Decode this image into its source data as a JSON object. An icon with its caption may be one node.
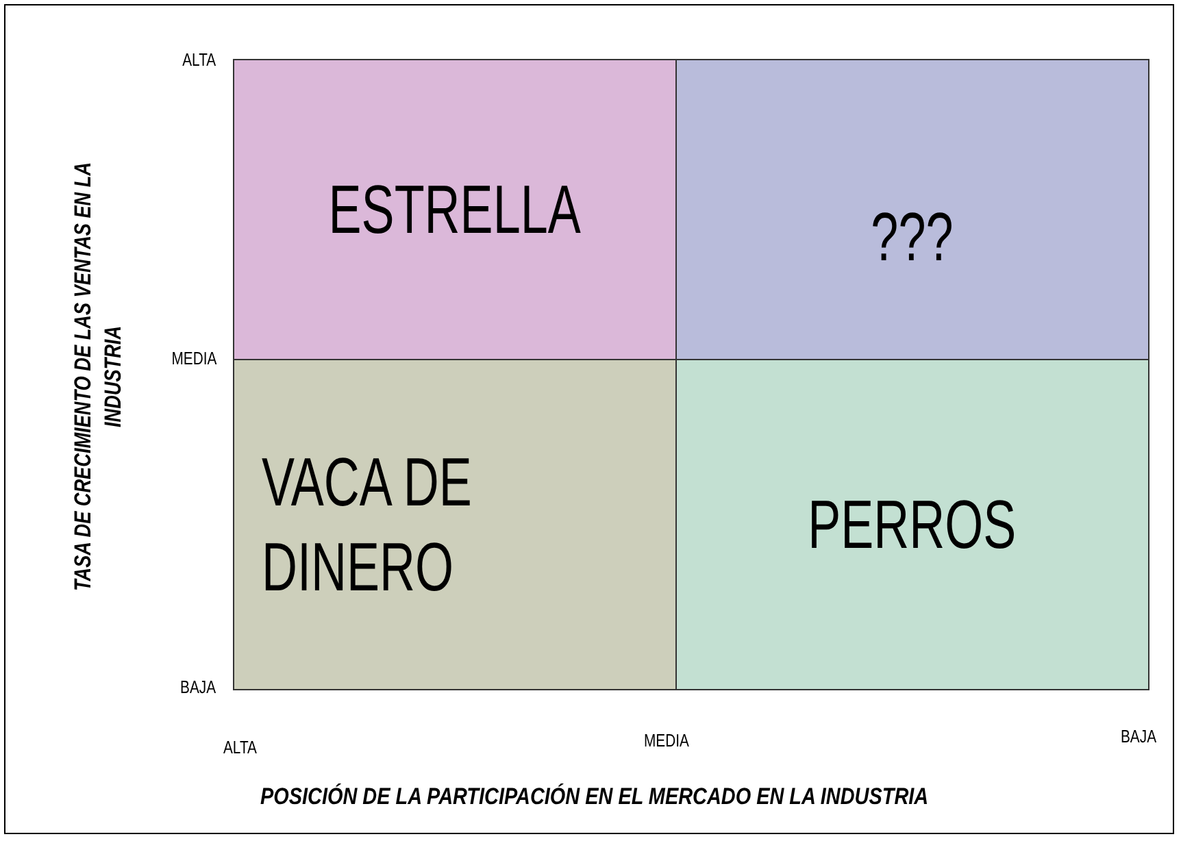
{
  "diagram": {
    "nodes": [
      {
        "text": [
          "ESTRELLA"
        ]
      },
      {
        "text": [
          "???"
        ]
      },
      {
        "text": [
          "VACA DE DINERO"
        ]
      },
      {
        "text": [
          "PERROS"
        ]
      }
    ],
    "labels": [
      "ALTA",
      "MEDIA",
      "BAJA",
      "ALTA",
      "MEDIA",
      "BAJA",
      "TASA DE CRECIMIENTO DE LAS VENTAS EN LA INDUSTRIA",
      "POSICIÓN DE LA PARTICIPACIÓN EN EL MERCADO EN LA INDUSTRIA"
    ]
  }
}
